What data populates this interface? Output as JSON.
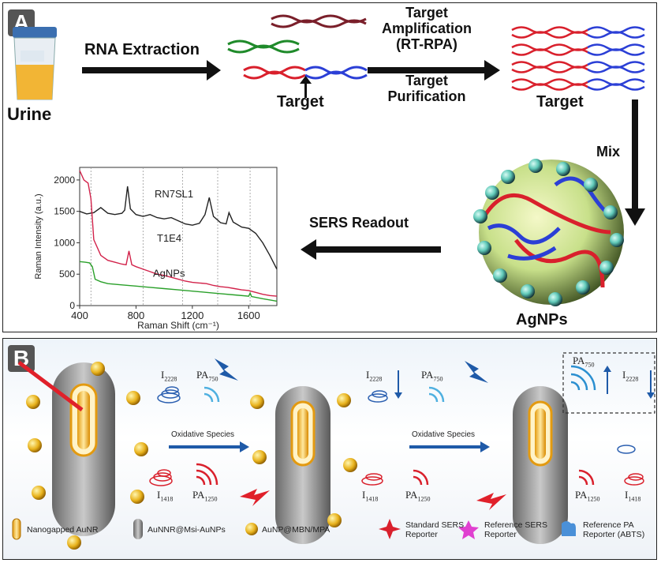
{
  "panel_a": {
    "label": "A",
    "urine": "Urine",
    "rna_extraction": "RNA Extraction",
    "target_left": "Target",
    "amp_line1": "Target",
    "amp_line2": "Amplification",
    "amp_line3": "(RT-RPA)",
    "pur_line1": "Target",
    "pur_line2": "Purification",
    "target_right": "Target",
    "mix": "Mix",
    "sers_readout": "SERS Readout",
    "agnps": "AgNPs"
  },
  "panel_b": {
    "label": "B",
    "oxidative_1": "Oxidative Species",
    "oxidative_2": "Oxidative Species",
    "i2228": "I",
    "i2228_sub": "2228",
    "i1418": "I",
    "i1418_sub": "1418",
    "pa750": "PA",
    "pa750_sub": "750",
    "pa1250": "PA",
    "pa1250_sub": "1250",
    "legend": [
      {
        "label": "Nanogapped AuNR",
        "icon": "nanogapped-aunr-icon"
      },
      {
        "label": "AuNNR@Msi-AuNPs",
        "icon": "aunnr-msi-icon"
      },
      {
        "label": "AuNP@MBN/MPA",
        "icon": "aunp-icon"
      },
      {
        "label": "Standard SERS Reporter",
        "line1": "Standard SERS",
        "line2": "Reporter",
        "icon": "red-star-icon"
      },
      {
        "label": "Reference SERS Reporter",
        "line1": "Reference SERS",
        "line2": "Reporter",
        "icon": "pink-star-icon"
      },
      {
        "label": "Reference PA Reporter (ABTS)",
        "line1": "Reference PA",
        "line2": "Reporter (ABTS)",
        "icon": "blue-blob-icon"
      }
    ]
  },
  "chart_data": {
    "type": "line",
    "xlabel": "Raman Shift (cm⁻¹)",
    "ylabel": "Raman Intensity (a.u.)",
    "xlim": [
      400,
      1800
    ],
    "ylim": [
      0,
      2200
    ],
    "xticks": [
      400,
      800,
      1200,
      1600
    ],
    "yticks": [
      0,
      500,
      1000,
      1500,
      2000
    ],
    "series": [
      {
        "name": "RN7SL1",
        "color": "#222222",
        "points": [
          [
            400,
            1500
          ],
          [
            450,
            1460
          ],
          [
            500,
            1480
          ],
          [
            550,
            1560
          ],
          [
            600,
            1470
          ],
          [
            650,
            1450
          ],
          [
            700,
            1470
          ],
          [
            720,
            1520
          ],
          [
            740,
            1900
          ],
          [
            760,
            1540
          ],
          [
            800,
            1450
          ],
          [
            850,
            1420
          ],
          [
            900,
            1450
          ],
          [
            950,
            1400
          ],
          [
            1000,
            1380
          ],
          [
            1050,
            1400
          ],
          [
            1100,
            1350
          ],
          [
            1150,
            1300
          ],
          [
            1200,
            1280
          ],
          [
            1250,
            1310
          ],
          [
            1290,
            1450
          ],
          [
            1320,
            1720
          ],
          [
            1350,
            1420
          ],
          [
            1400,
            1320
          ],
          [
            1440,
            1300
          ],
          [
            1460,
            1480
          ],
          [
            1490,
            1330
          ],
          [
            1550,
            1250
          ],
          [
            1600,
            1230
          ],
          [
            1650,
            1150
          ],
          [
            1700,
            1000
          ],
          [
            1750,
            800
          ],
          [
            1800,
            580
          ]
        ]
      },
      {
        "name": "T1E4",
        "color": "#d2224a",
        "points": [
          [
            400,
            2150
          ],
          [
            430,
            2000
          ],
          [
            460,
            1950
          ],
          [
            480,
            1700
          ],
          [
            500,
            1050
          ],
          [
            550,
            800
          ],
          [
            600,
            720
          ],
          [
            650,
            690
          ],
          [
            700,
            660
          ],
          [
            730,
            650
          ],
          [
            750,
            870
          ],
          [
            770,
            650
          ],
          [
            800,
            620
          ],
          [
            850,
            580
          ],
          [
            900,
            540
          ],
          [
            950,
            500
          ],
          [
            1000,
            480
          ],
          [
            1050,
            450
          ],
          [
            1100,
            420
          ],
          [
            1150,
            390
          ],
          [
            1200,
            370
          ],
          [
            1250,
            360
          ],
          [
            1300,
            350
          ],
          [
            1350,
            320
          ],
          [
            1400,
            300
          ],
          [
            1450,
            290
          ],
          [
            1500,
            270
          ],
          [
            1550,
            250
          ],
          [
            1600,
            240
          ],
          [
            1650,
            210
          ],
          [
            1700,
            180
          ],
          [
            1750,
            160
          ],
          [
            1800,
            150
          ]
        ]
      },
      {
        "name": "AgNPs",
        "color": "#2aa02a",
        "points": [
          [
            400,
            700
          ],
          [
            440,
            690
          ],
          [
            470,
            680
          ],
          [
            490,
            620
          ],
          [
            510,
            420
          ],
          [
            550,
            380
          ],
          [
            600,
            350
          ],
          [
            700,
            330
          ],
          [
            800,
            310
          ],
          [
            900,
            290
          ],
          [
            1000,
            270
          ],
          [
            1100,
            250
          ],
          [
            1200,
            230
          ],
          [
            1300,
            210
          ],
          [
            1400,
            190
          ],
          [
            1500,
            170
          ],
          [
            1600,
            150
          ],
          [
            1610,
            200
          ],
          [
            1620,
            145
          ],
          [
            1700,
            110
          ],
          [
            1800,
            70
          ]
        ]
      }
    ],
    "reference_lines": [
      480,
      850,
      1130,
      1380,
      1610
    ]
  },
  "colors": {
    "dna_red": "#d9202c",
    "dna_blue": "#2b3fd6",
    "dna_green": "#1f8a2a",
    "dna_maroon": "#7a1f2a",
    "sphere": "#c8e08a",
    "arrow_blue": "#1f5aa8"
  }
}
